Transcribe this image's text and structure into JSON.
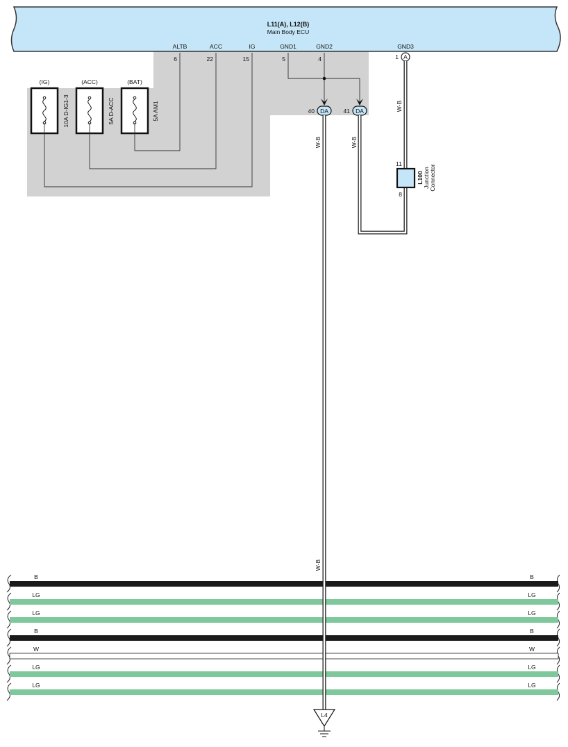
{
  "ecu": {
    "title": "L11(A), L12(B)",
    "subtitle": "Main Body ECU",
    "pins": [
      {
        "name": "ALTB",
        "number": "6"
      },
      {
        "name": "ACC",
        "number": "22"
      },
      {
        "name": "IG",
        "number": "15"
      },
      {
        "name": "GND1",
        "number": "5"
      },
      {
        "name": "GND2",
        "number": "4"
      },
      {
        "name": "GND3",
        "number": "1"
      }
    ],
    "gnd3_connector": "A"
  },
  "fuses": [
    {
      "source": "(IG)",
      "label": "10A D-IG1-3"
    },
    {
      "source": "(ACC)",
      "label": "5A D-ACC"
    },
    {
      "source": "(BAT)",
      "label": "5A AM1"
    }
  ],
  "da_connectors": [
    {
      "pin": "40",
      "code": "DA"
    },
    {
      "pin": "41",
      "code": "DA"
    }
  ],
  "wire_labels": {
    "da40": "W-B",
    "da41": "W-B",
    "gnd3": "W-B",
    "lower": "W-B"
  },
  "junction": {
    "id": "L100",
    "name": "Junction",
    "name2": "Connector",
    "pin_top": "11",
    "pin_bottom": "8"
  },
  "harness": [
    {
      "code": "B",
      "color": "#1a1a1a"
    },
    {
      "code": "LG",
      "color": "#7ec89c"
    },
    {
      "code": "LG",
      "color": "#7ec89c"
    },
    {
      "code": "B",
      "color": "#1a1a1a"
    },
    {
      "code": "W",
      "color": "#ffffff"
    },
    {
      "code": "LG",
      "color": "#7ec89c"
    },
    {
      "code": "LG",
      "color": "#7ec89c"
    }
  ],
  "ground": {
    "label": "L4"
  },
  "colors": {
    "ecu_fill": "#c5e6f8",
    "connector_fill": "#c5e6f8",
    "shade": "#d2d2d2"
  }
}
